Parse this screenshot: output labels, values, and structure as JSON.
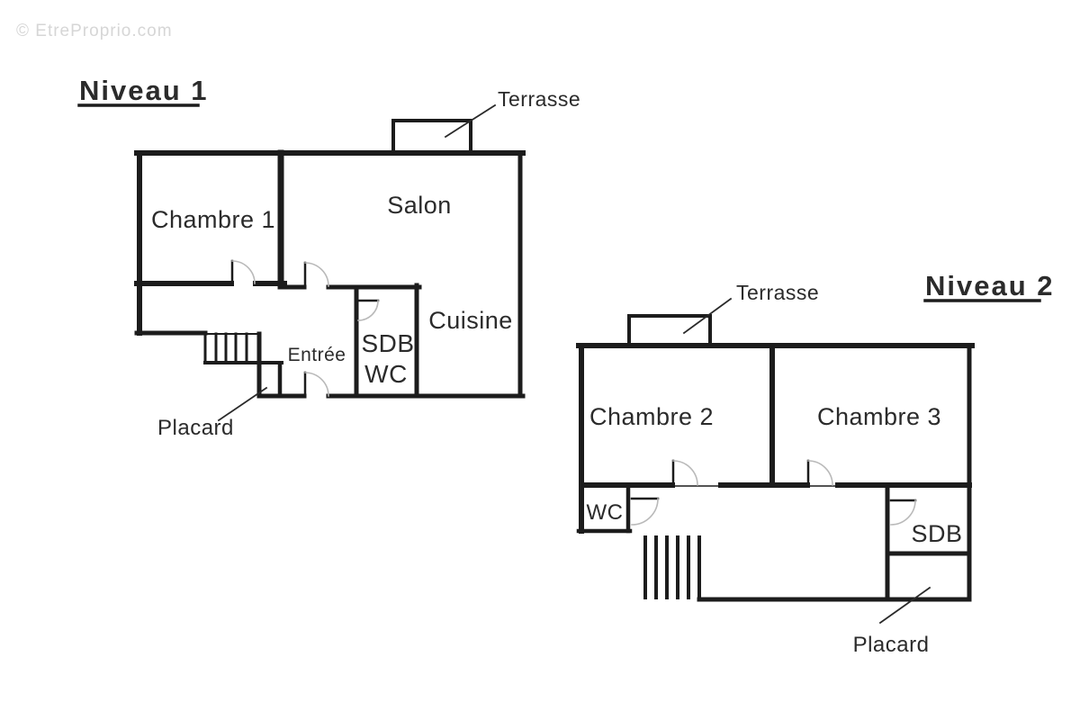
{
  "watermark": "© EtreProprio.com",
  "level1": {
    "title": "Niveau 1",
    "rooms": {
      "chambre1": "Chambre 1",
      "salon": "Salon",
      "cuisine": "Cuisine",
      "sdb": "SDB",
      "wc": "WC",
      "entree": "Entrée"
    },
    "annotations": {
      "terrasse": "Terrasse",
      "placard": "Placard"
    }
  },
  "level2": {
    "title": "Niveau 2",
    "rooms": {
      "chambre2": "Chambre 2",
      "chambre3": "Chambre 3",
      "wc": "WC",
      "sdb": "SDB"
    },
    "annotations": {
      "terrasse": "Terrasse",
      "placard": "Placard"
    }
  },
  "colors": {
    "wall": "#1c1c1c",
    "arc": "#b9b9b9",
    "pointer": "#2a2a2a",
    "watermark": "#d6d6d6"
  }
}
